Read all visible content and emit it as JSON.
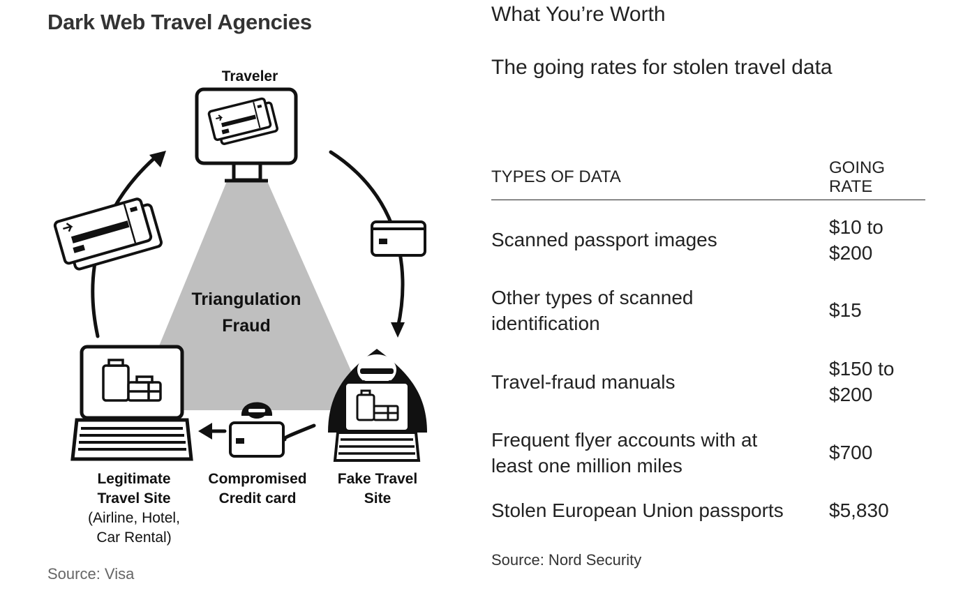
{
  "left": {
    "title": "Dark Web Travel Agencies",
    "labels": {
      "traveler": "Traveler",
      "center_line1": "Triangulation",
      "center_line2": "Fraud",
      "legit_line1": "Legitimate",
      "legit_line2": "Travel Site",
      "legit_sub1": "(Airline, Hotel,",
      "legit_sub2": "Car Rental)",
      "card_line1": "Compromised",
      "card_line2": "Credit card",
      "fake_line1": "Fake Travel",
      "fake_line2": "Site"
    },
    "source": "Source: Visa"
  },
  "right": {
    "title": "What You’re Worth",
    "subtitle": "The going rates for stolen travel data",
    "table": {
      "headers": {
        "type": "TYPES OF DATA",
        "rate_line1": "GOING",
        "rate_line2": "RATE"
      },
      "rows": [
        {
          "type_line1": "Scanned passport images",
          "type_line2": "",
          "rate_line1": "$10 to",
          "rate_line2": "$200"
        },
        {
          "type_line1": "Other types of scanned",
          "type_line2": "identification",
          "rate_line1": "$15",
          "rate_line2": ""
        },
        {
          "type_line1": "Travel-fraud manuals",
          "type_line2": "",
          "rate_line1": "$150 to",
          "rate_line2": "$200"
        },
        {
          "type_line1": "Frequent flyer accounts with at",
          "type_line2": "least one million miles",
          "rate_line1": "$700",
          "rate_line2": ""
        },
        {
          "type_line1": "Stolen European Union passports",
          "type_line2": "",
          "rate_line1": "$5,830",
          "rate_line2": ""
        }
      ]
    },
    "source": "Source: Nord Security"
  },
  "colors": {
    "ink": "#111111",
    "triangle": "#bfbfbf",
    "source_gray": "#666666"
  },
  "icons": [
    "computer-monitor-icon",
    "plane-ticket-icon",
    "credit-card-icon",
    "laptop-icon",
    "luggage-icon",
    "hooded-hacker-icon",
    "arrow-icon"
  ]
}
